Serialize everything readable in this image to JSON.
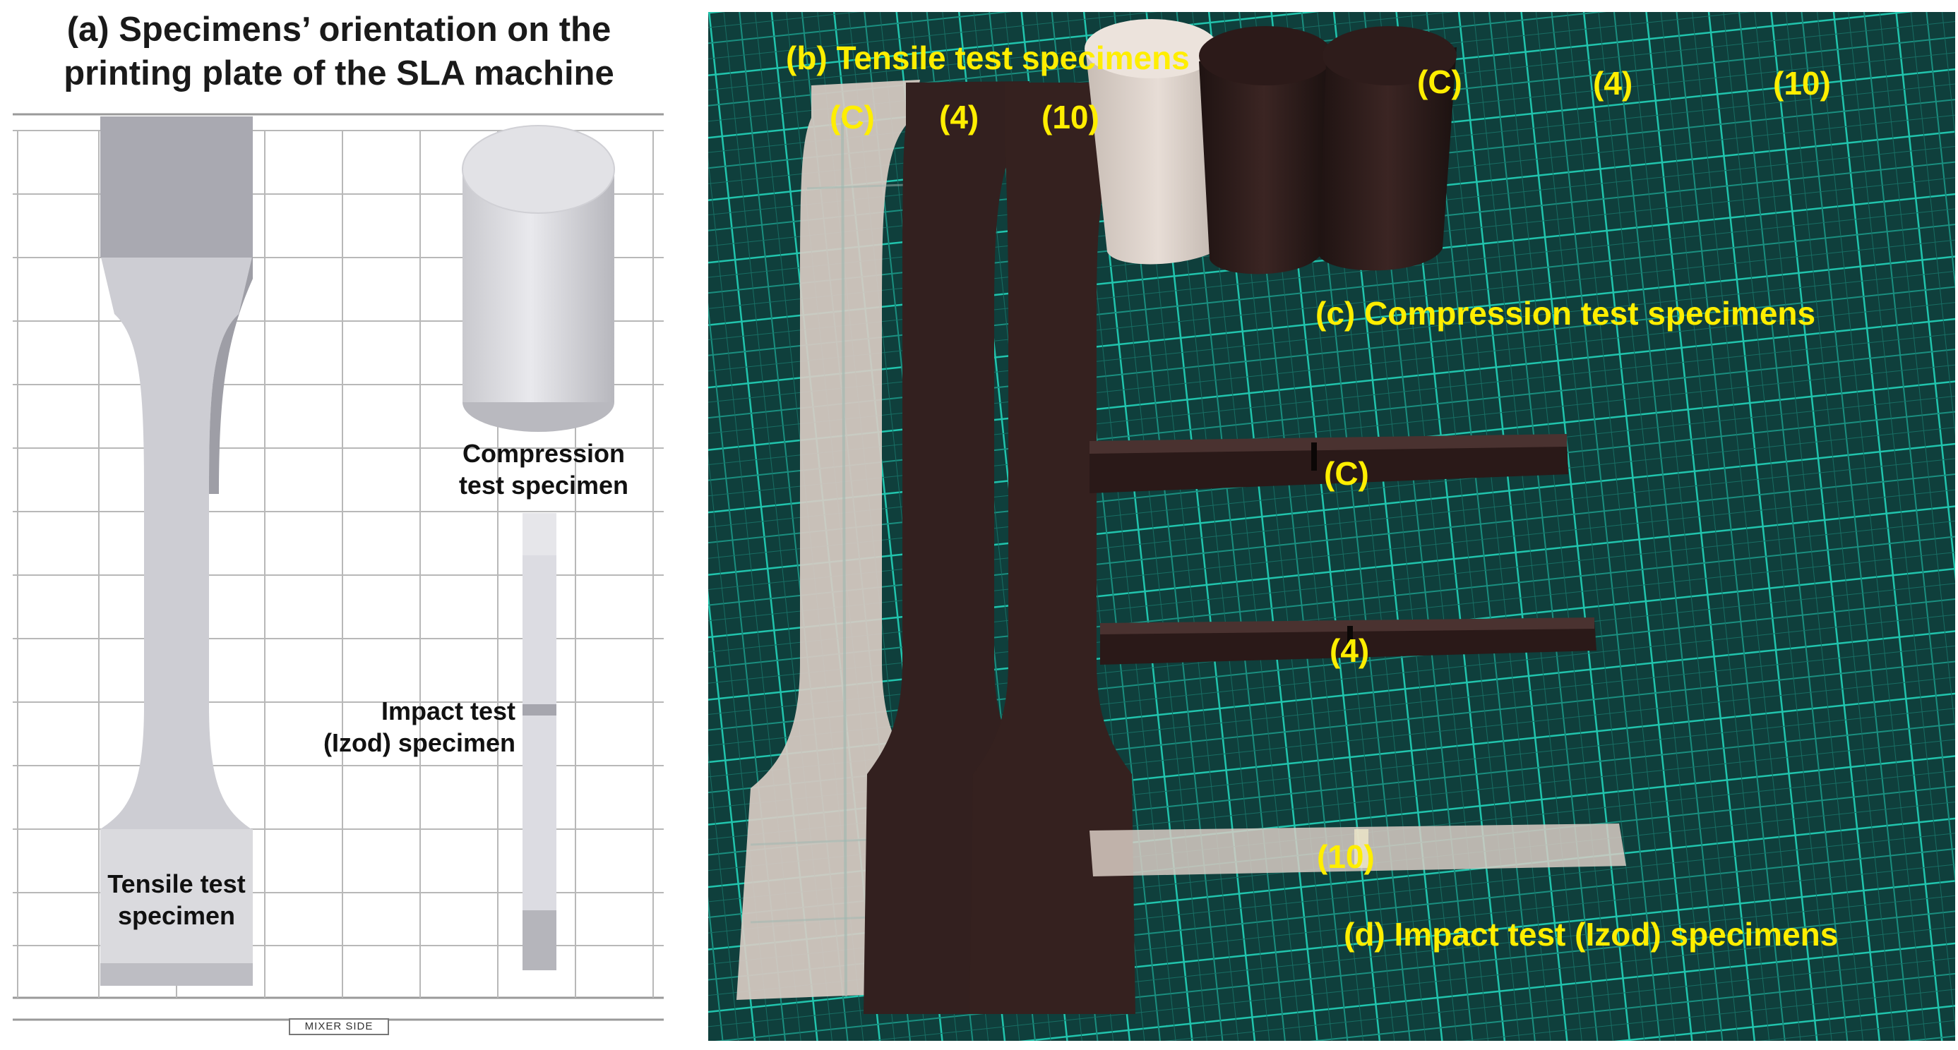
{
  "panel_a": {
    "title_line1": "(a) Specimens’ orientation on the",
    "title_line2": "printing plate of the SLA machine",
    "compression_label_line1": "Compression",
    "compression_label_line2": "test specimen",
    "impact_label_line1": "Impact test",
    "impact_label_line2": "(Izod) specimen",
    "tensile_label_line1": "Tensile test",
    "tensile_label_line2": "specimen",
    "mixer_side": "MIXER SIDE"
  },
  "panel_photo": {
    "tensile_title": "(b) Tensile test specimens",
    "tensile_labels": [
      "(C)",
      "(4)",
      "(10)"
    ],
    "compression_labels": [
      "(C)",
      "(4)",
      "(10)"
    ],
    "compression_title": "(c) Compression test specimens",
    "impact_labels": [
      "(C)",
      "(4)",
      "(10)"
    ],
    "impact_title": "(d) Impact test (Izod) specimens"
  },
  "colors": {
    "label_yellow": "#ffee00",
    "mat_green": "#0f3f3c",
    "grid_line": "#21c4ad",
    "dark_resin": "#33201f",
    "clear_resin": "#d8cbc3"
  }
}
